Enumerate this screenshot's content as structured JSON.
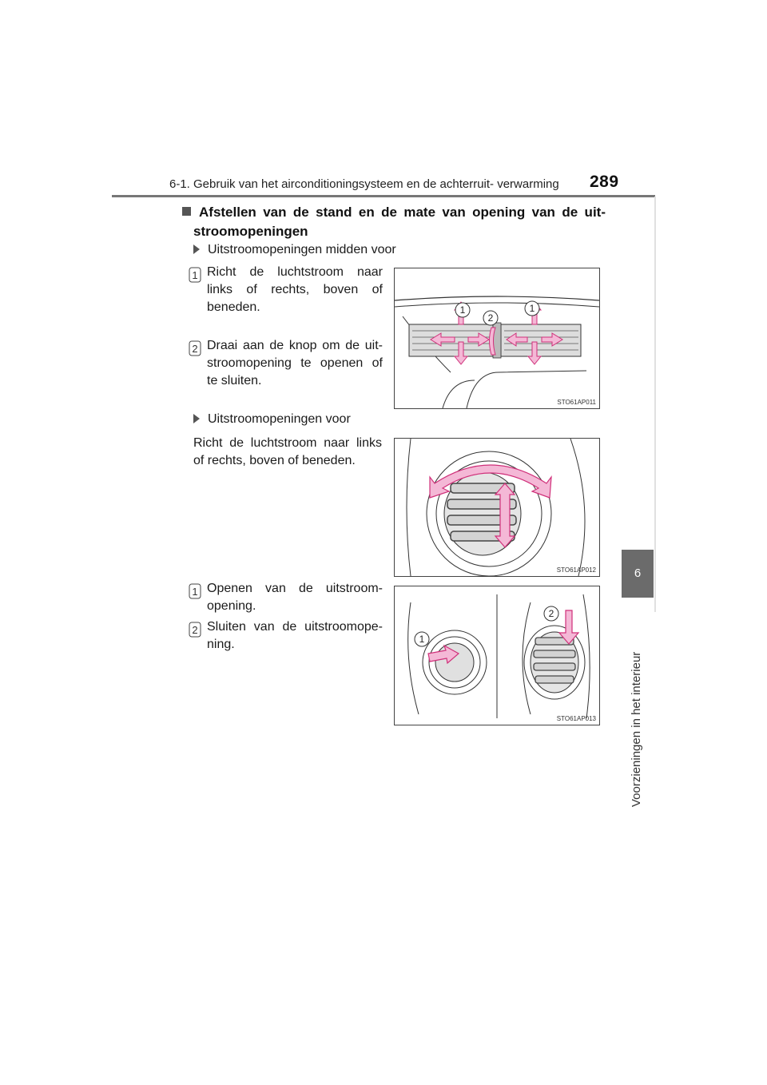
{
  "header": {
    "section_title": "6-1. Gebruik van het airconditioningsysteem en de achterruit- verwarming",
    "page_number": "289"
  },
  "side_tab": {
    "number": "6",
    "label": "Voorzieningen in het interieur"
  },
  "heading": {
    "line1": "Afstellen van de stand en de mate van opening van de uit-",
    "line2": "stroomopeningen"
  },
  "section1": {
    "title": "Uitstroomopeningen midden voor",
    "item1": {
      "num": "1",
      "lines": [
        "Richt de luchtstroom naar",
        "links of rechts, boven of",
        "beneden."
      ]
    },
    "item2": {
      "num": "2",
      "lines": [
        "Draai aan de knop om de uit-",
        "stroomopening te openen of",
        "te sluiten."
      ]
    },
    "figure": {
      "code": "STO61AP011",
      "callout1": "1",
      "callout2": "2"
    }
  },
  "section2": {
    "title": "Uitstroomopeningen voor",
    "text_lines": [
      "Richt de luchtstroom naar links",
      "of rechts, boven of beneden."
    ],
    "figure": {
      "code": "STO61AP012"
    },
    "item1": {
      "num": "1",
      "lines": [
        "Openen van de uitstroom-",
        "opening."
      ]
    },
    "item2": {
      "num": "2",
      "lines": [
        "Sluiten van de uitstroomope-",
        "ning."
      ]
    },
    "figure2": {
      "code": "STO61AP013",
      "callout1": "1",
      "callout2": "2"
    }
  },
  "colors": {
    "arrow_fill": "#f4b8d6",
    "arrow_stroke": "#d0307a",
    "header_rule": "#777777",
    "tab_bg": "#6b6b6b"
  }
}
